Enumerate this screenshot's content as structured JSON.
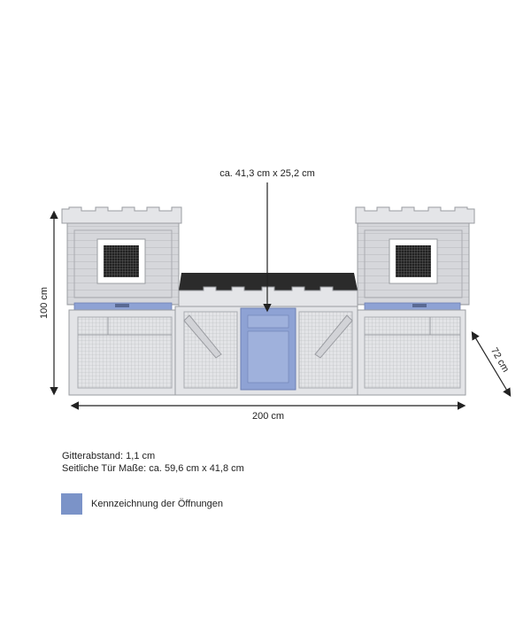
{
  "dimensions": {
    "opening_top": "ca. 41,3 cm x 25,2 cm",
    "height": "100 cm",
    "width": "200 cm",
    "depth": "72 cm"
  },
  "info": {
    "grid_spacing": "Gitterabstand: 1,1 cm",
    "side_door": "Seitliche Tür Maße: ca. 59,6 cm x 41,8 cm"
  },
  "legend": {
    "label": "Kennzeichnung der Öffnungen",
    "color": "#7b93c8"
  },
  "colors": {
    "wood": "#d4d5d9",
    "wood_dark": "#aeb0b5",
    "roof": "#2b2b2b",
    "opening": "#8ea2d4"
  }
}
